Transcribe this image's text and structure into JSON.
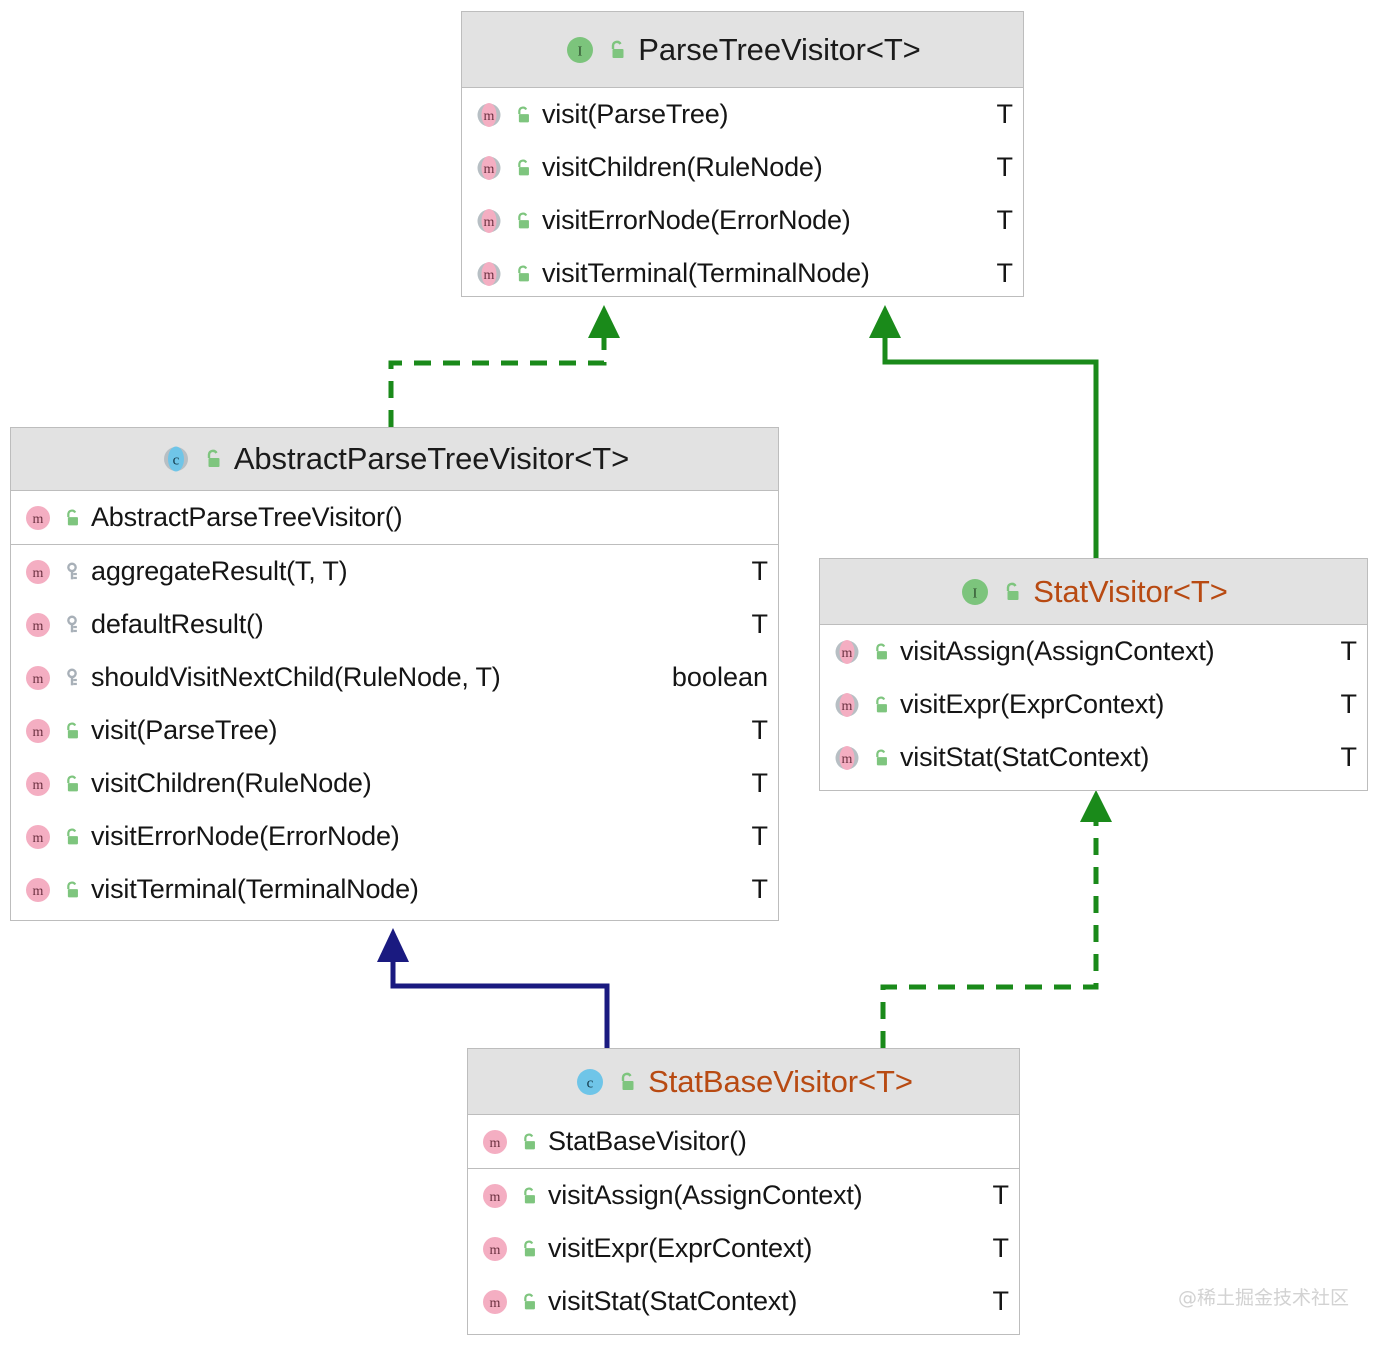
{
  "diagram": {
    "kind": "uml-class-diagram",
    "background": "#ffffff",
    "watermark": "@稀土掘金技术社区",
    "colors": {
      "header_bg": "#e2e2e2",
      "border": "#bdbdbd",
      "title_default": "#1b1b1b",
      "title_accent": "#b84a12",
      "interface_icon": "#7cc47c",
      "class_icon": "#6fc5e8",
      "method_icon": "#f4aec2",
      "padlock_public": "#7ec57e",
      "key_protected": "#a8b0b8",
      "realization_line": "#1a8a1a",
      "generalization_interface_line": "#1a8a1a",
      "generalization_class_line": "#1a1a80"
    },
    "classes": [
      {
        "id": "ParseTreeVisitor",
        "name": "ParseTreeVisitor<T>",
        "stereotype": "interface",
        "icon": "interface-icon",
        "visibility_icon": "padlock-public-icon",
        "title_accent": false,
        "sections": [
          {
            "rows": [
              {
                "icon": "abstract-method-icon",
                "visibility_icon": "padlock-public-icon",
                "signature": "visit(ParseTree)",
                "type": "T"
              },
              {
                "icon": "abstract-method-icon",
                "visibility_icon": "padlock-public-icon",
                "signature": "visitChildren(RuleNode)",
                "type": "T"
              },
              {
                "icon": "abstract-method-icon",
                "visibility_icon": "padlock-public-icon",
                "signature": "visitErrorNode(ErrorNode)",
                "type": "T"
              },
              {
                "icon": "abstract-method-icon",
                "visibility_icon": "padlock-public-icon",
                "signature": "visitTerminal(TerminalNode)",
                "type": "T"
              }
            ]
          }
        ]
      },
      {
        "id": "AbstractParseTreeVisitor",
        "name": "AbstractParseTreeVisitor<T>",
        "stereotype": "abstract-class",
        "icon": "abstract-class-icon",
        "visibility_icon": "padlock-public-icon",
        "title_accent": false,
        "sections": [
          {
            "rows": [
              {
                "icon": "method-icon",
                "visibility_icon": "padlock-public-icon",
                "signature": "AbstractParseTreeVisitor()",
                "type": ""
              }
            ]
          },
          {
            "rows": [
              {
                "icon": "method-icon",
                "visibility_icon": "key-protected-icon",
                "signature": "aggregateResult(T, T)",
                "type": "T"
              },
              {
                "icon": "method-icon",
                "visibility_icon": "key-protected-icon",
                "signature": "defaultResult()",
                "type": "T"
              },
              {
                "icon": "method-icon",
                "visibility_icon": "key-protected-icon",
                "signature": "shouldVisitNextChild(RuleNode, T)",
                "type": "boolean"
              },
              {
                "icon": "method-icon",
                "visibility_icon": "padlock-public-icon",
                "signature": "visit(ParseTree)",
                "type": "T"
              },
              {
                "icon": "method-icon",
                "visibility_icon": "padlock-public-icon",
                "signature": "visitChildren(RuleNode)",
                "type": "T"
              },
              {
                "icon": "method-icon",
                "visibility_icon": "padlock-public-icon",
                "signature": "visitErrorNode(ErrorNode)",
                "type": "T"
              },
              {
                "icon": "method-icon",
                "visibility_icon": "padlock-public-icon",
                "signature": "visitTerminal(TerminalNode)",
                "type": "T"
              }
            ]
          }
        ]
      },
      {
        "id": "StatVisitor",
        "name": "StatVisitor<T>",
        "stereotype": "interface",
        "icon": "interface-icon",
        "visibility_icon": "padlock-public-icon",
        "title_accent": true,
        "sections": [
          {
            "rows": [
              {
                "icon": "abstract-method-icon",
                "visibility_icon": "padlock-public-icon",
                "signature": "visitAssign(AssignContext)",
                "type": "T"
              },
              {
                "icon": "abstract-method-icon",
                "visibility_icon": "padlock-public-icon",
                "signature": "visitExpr(ExprContext)",
                "type": "T"
              },
              {
                "icon": "abstract-method-icon",
                "visibility_icon": "padlock-public-icon",
                "signature": "visitStat(StatContext)",
                "type": "T"
              }
            ]
          }
        ]
      },
      {
        "id": "StatBaseVisitor",
        "name": "StatBaseVisitor<T>",
        "stereotype": "class",
        "icon": "class-icon",
        "visibility_icon": "padlock-public-icon",
        "title_accent": true,
        "sections": [
          {
            "rows": [
              {
                "icon": "method-icon",
                "visibility_icon": "padlock-public-icon",
                "signature": "StatBaseVisitor()",
                "type": ""
              }
            ]
          },
          {
            "rows": [
              {
                "icon": "method-icon",
                "visibility_icon": "padlock-public-icon",
                "signature": "visitAssign(AssignContext)",
                "type": "T"
              },
              {
                "icon": "method-icon",
                "visibility_icon": "padlock-public-icon",
                "signature": "visitExpr(ExprContext)",
                "type": "T"
              },
              {
                "icon": "method-icon",
                "visibility_icon": "padlock-public-icon",
                "signature": "visitStat(StatContext)",
                "type": "T"
              }
            ]
          }
        ]
      }
    ],
    "relations": [
      {
        "id": "rel-apv-implements-ptv",
        "from": "AbstractParseTreeVisitor",
        "to": "ParseTreeVisitor",
        "type": "realization",
        "style": "dashed",
        "color": "#1a8a1a"
      },
      {
        "id": "rel-sv-extends-ptv",
        "from": "StatVisitor",
        "to": "ParseTreeVisitor",
        "type": "generalization",
        "style": "solid",
        "color": "#1a8a1a"
      },
      {
        "id": "rel-sbv-extends-apv",
        "from": "StatBaseVisitor",
        "to": "AbstractParseTreeVisitor",
        "type": "generalization",
        "style": "solid",
        "color": "#1a1a80"
      },
      {
        "id": "rel-sbv-implements-sv",
        "from": "StatBaseVisitor",
        "to": "StatVisitor",
        "type": "realization",
        "style": "dashed",
        "color": "#1a8a1a"
      }
    ]
  }
}
